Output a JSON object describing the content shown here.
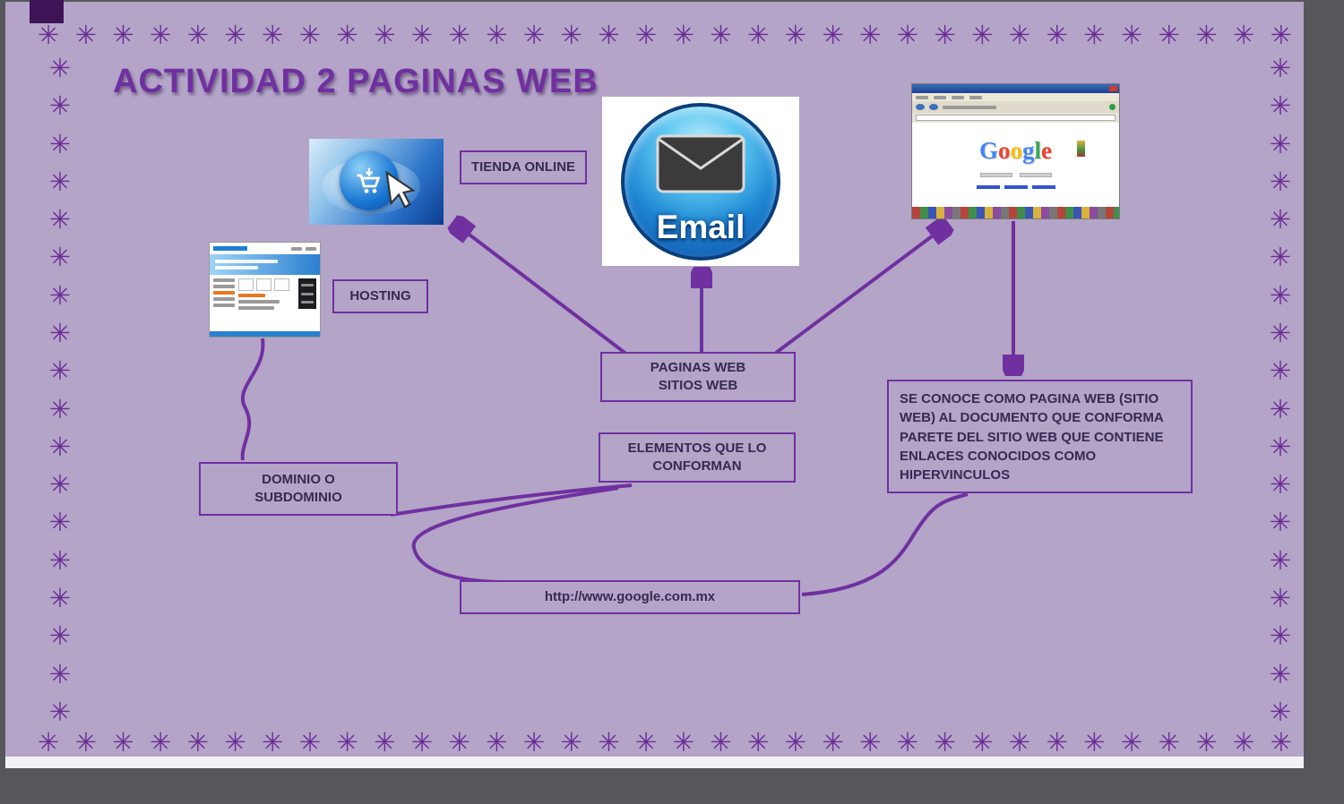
{
  "title": "ACTIVIDAD 2 PAGINAS WEB",
  "decor": {
    "flower_glyph": "✳"
  },
  "nodes": {
    "tienda_online": {
      "label": "TIENDA ONLINE"
    },
    "hosting": {
      "label": "HOSTING"
    },
    "paginas_web": {
      "line1": "PAGINAS WEB",
      "line2": "SITIOS WEB"
    },
    "elementos": {
      "line1": "ELEMENTOS QUE LO",
      "line2": "CONFORMAN"
    },
    "dominio": {
      "line1": "DOMINIO O",
      "line2": "SUBDOMINIO"
    },
    "definicion": {
      "text": "SE CONOCE COMO PAGINA WEB (SITIO WEB) AL DOCUMENTO QUE CONFORMA PARETE DEL SITIO WEB QUE CONTIENE ENLACES CONOCIDOS COMO HIPERVINCULOS"
    },
    "url": {
      "label": "http://www.google.com.mx"
    }
  },
  "email_icon": {
    "label": "Email"
  },
  "google_page": {
    "logo_letters": [
      {
        "ch": "G",
        "color": "#4285F4"
      },
      {
        "ch": "o",
        "color": "#EA4335"
      },
      {
        "ch": "o",
        "color": "#FBBC05"
      },
      {
        "ch": "g",
        "color": "#4285F4"
      },
      {
        "ch": "l",
        "color": "#34A853"
      },
      {
        "ch": "e",
        "color": "#EA4335"
      }
    ]
  },
  "colors": {
    "slide_bg": "#b3a4c8",
    "accent": "#7030a0",
    "node_text": "#352a52",
    "flower": "#6a2c94"
  }
}
